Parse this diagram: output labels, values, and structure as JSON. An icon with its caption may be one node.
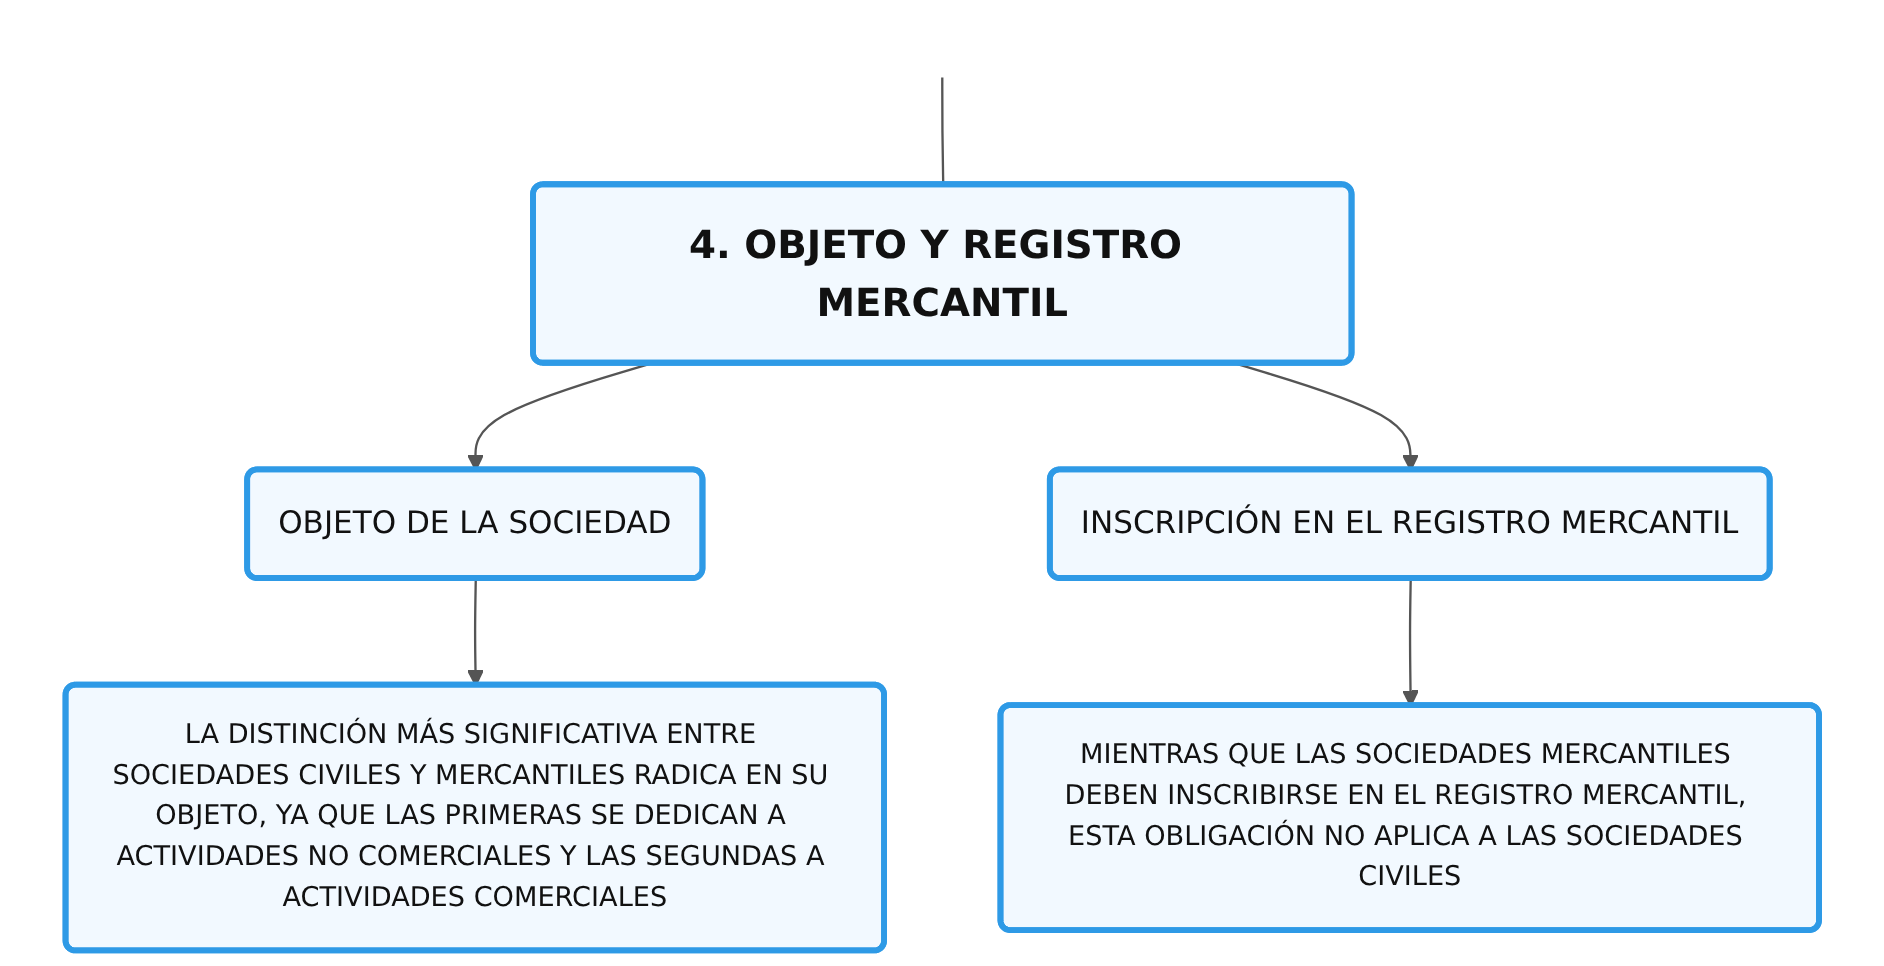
{
  "diagram": {
    "nodes": [
      {
        "text": [
          "4. OBJETO Y REGISTRO MERCANTIL"
        ]
      },
      {
        "text": [
          "OBJETO DE LA SOCIEDAD"
        ]
      },
      {
        "text": [
          "INSCRIPCIÓN EN EL REGISTRO MERCANTIL"
        ]
      },
      {
        "text": [
          "LA DISTINCIÓN MÁS SIGNIFICATIVA ENTRE SOCIEDADES CIVILES Y MERCANTILES RADICA EN SU OBJETO, YA QUE LAS PRIMERAS SE DEDICAN A ACTIVIDADES NO COMERCIALES Y LAS SEGUNDAS A ACTIVIDADES COMERCIALES"
        ]
      },
      {
        "text": [
          "MIENTRAS QUE LAS SOCIEDADES MERCANTILES DEBEN INSCRIBIRSE EN EL REGISTRO MERCANTIL, ESTA OBLIGACIÓN NO APLICA A LAS SOCIEDADES CIVILES"
        ]
      }
    ],
    "edges": [
      {
        "from": null,
        "to": 0,
        "arrow": "none"
      },
      {
        "from": 0,
        "to": 1,
        "arrow": "to"
      },
      {
        "from": 0,
        "to": 2,
        "arrow": "to"
      },
      {
        "from": 1,
        "to": 3,
        "arrow": "to"
      },
      {
        "from": 2,
        "to": 4,
        "arrow": "to"
      }
    ]
  }
}
